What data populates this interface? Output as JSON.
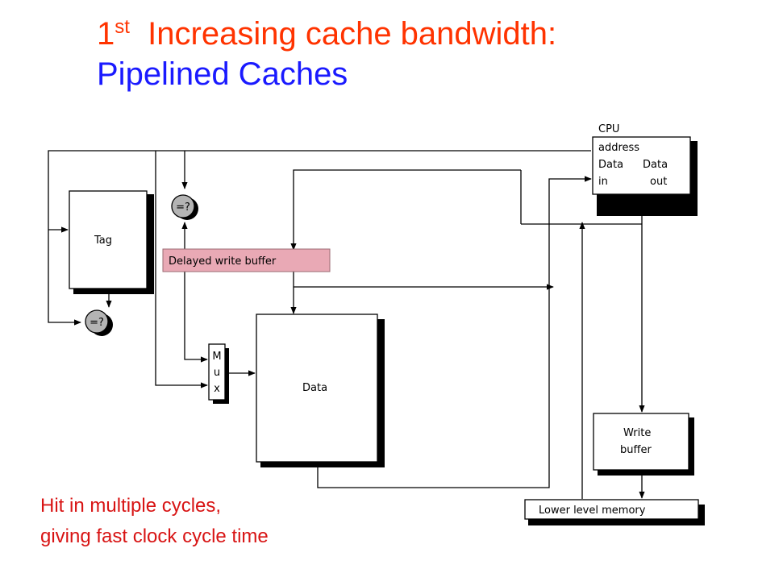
{
  "title": {
    "line1_number": "1",
    "line1_superscript": "st",
    "line1_text": "Increasing cache bandwidth:",
    "line2_text": "Pipelined Caches"
  },
  "diagram": {
    "tag_label": "Tag",
    "compare_label": "=?",
    "delayed_write_buffer_label": "Delayed write buffer",
    "mux_letters": [
      "M",
      "u",
      "x"
    ],
    "data_label": "Data",
    "cpu_lines": [
      "CPU",
      "address"
    ],
    "cpu_data_in": [
      "Data",
      "in"
    ],
    "cpu_data_out": [
      "Data",
      "out"
    ],
    "write_buffer_lines": [
      "Write",
      "buffer"
    ],
    "lower_level_memory_label": "Lower level memory"
  },
  "caption": {
    "line1": "Hit in multiple cycles,",
    "line2": "giving fast clock cycle time"
  },
  "colors": {
    "title_line1": "#ff3300",
    "title_line2": "#1a1aff",
    "caption": "#d81414",
    "delayed_buffer_fill": "#e9a9b5",
    "comparator_fill": "#b4b4b4"
  }
}
